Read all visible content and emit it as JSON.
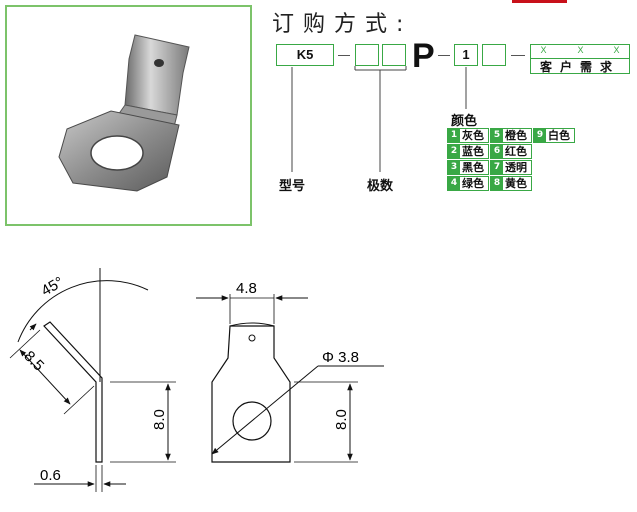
{
  "order": {
    "title": "订购方式:",
    "model_code": "K5",
    "p_letter": "P",
    "color_code": "1",
    "x_marks": [
      "X",
      "X",
      "X"
    ],
    "customer_requirement": "客户需求"
  },
  "labels": {
    "model": "型号",
    "poles": "极数",
    "color_title": "颜色"
  },
  "colors": [
    {
      "num": "1",
      "name": "灰色"
    },
    {
      "num": "2",
      "name": "蓝色"
    },
    {
      "num": "3",
      "name": "黑色"
    },
    {
      "num": "4",
      "name": "绿色"
    },
    {
      "num": "5",
      "name": "橙色"
    },
    {
      "num": "6",
      "name": "红色"
    },
    {
      "num": "7",
      "name": "透明"
    },
    {
      "num": "8",
      "name": "黄色"
    },
    {
      "num": "9",
      "name": "白色"
    }
  ],
  "dimensions": {
    "angle": "45°",
    "length": "8.5",
    "thickness": "0.6",
    "height_side": "8.0",
    "tab_width": "4.8",
    "hole_diameter": "Φ 3.8",
    "height_front": "8.0"
  },
  "colors_theme": {
    "accent_green": "#39a845",
    "frame_green": "#7cc36a",
    "red_mark": "#c8101a"
  }
}
